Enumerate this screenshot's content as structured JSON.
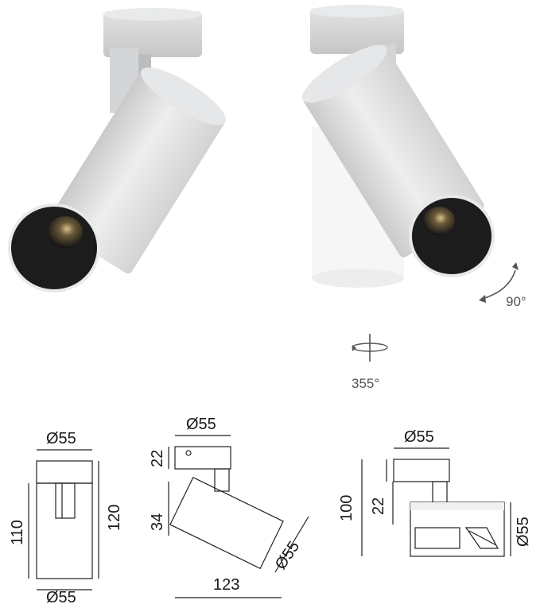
{
  "rotation": {
    "tilt_label": "90°",
    "pan_label": "355°"
  },
  "front_view": {
    "top_diameter": "Ø55",
    "bottom_diameter": "Ø55",
    "left_height": "110",
    "right_height": "120"
  },
  "side_view": {
    "top_diameter": "Ø55",
    "cap_height": "22",
    "arm_height": "34",
    "body_diameter": "Ø55",
    "length": "123"
  },
  "top_view": {
    "top_diameter": "Ø55",
    "total_height": "100",
    "cap_height": "22",
    "body_diameter": "Ø55"
  }
}
